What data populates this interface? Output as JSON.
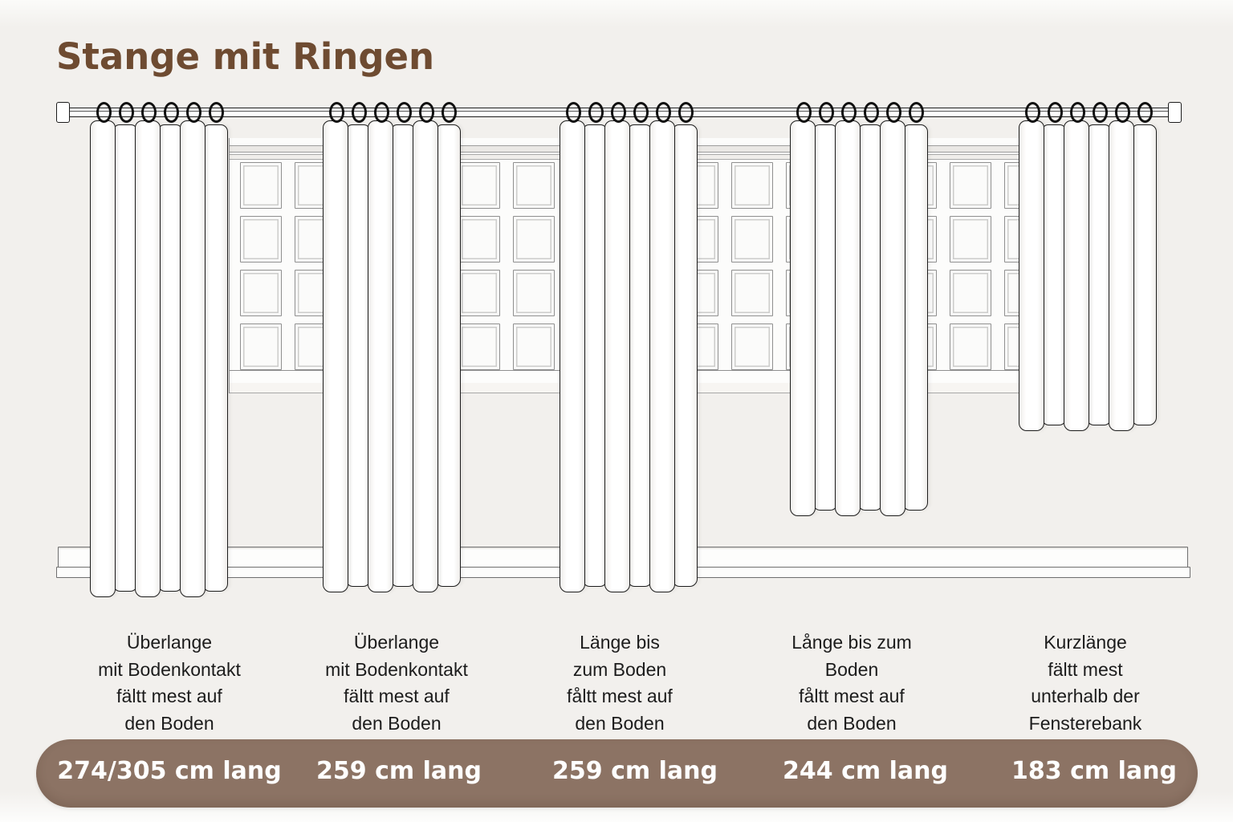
{
  "title": "Stange mit Ringen",
  "columns": [
    {
      "description": [
        "Überlange",
        "mit Bodenkontakt",
        "fältt mest auf",
        "den Boden"
      ],
      "length_label": "274/305 cm lang"
    },
    {
      "description": [
        "Überlange",
        "mit Bodenkontakt",
        "fältt mest auf",
        "den Boden"
      ],
      "length_label": "259 cm lang"
    },
    {
      "description": [
        "Länge bis",
        "zum Boden",
        "fåltt mest auf",
        "den Boden"
      ],
      "length_label": "259 cm lang"
    },
    {
      "description": [
        "Långe bis zum",
        "Boden",
        "fåltt mest auf",
        "den Boden"
      ],
      "length_label": "244 cm lang"
    },
    {
      "description": [
        "Kurzlänge",
        "fältt mest",
        "unterhalb der",
        "Fensterebank"
      ],
      "length_label": "183 cm lang"
    }
  ],
  "diagram": {
    "rod_style": "Stange mit Ringen (rod with rings)",
    "curtain_count": 5,
    "pleats_per_curtain": 6,
    "rings_per_curtain": 6,
    "curtain_lengths_cm": [
      "274/305",
      "259",
      "259",
      "244",
      "183"
    ]
  },
  "colors": {
    "title_text": "#6e4b31",
    "banner_bg": "#8c7364",
    "banner_text": "#ffffff",
    "line_outline": "#1c1c1c",
    "window_line": "#8f8f8f",
    "background": "#f2f0ed"
  }
}
